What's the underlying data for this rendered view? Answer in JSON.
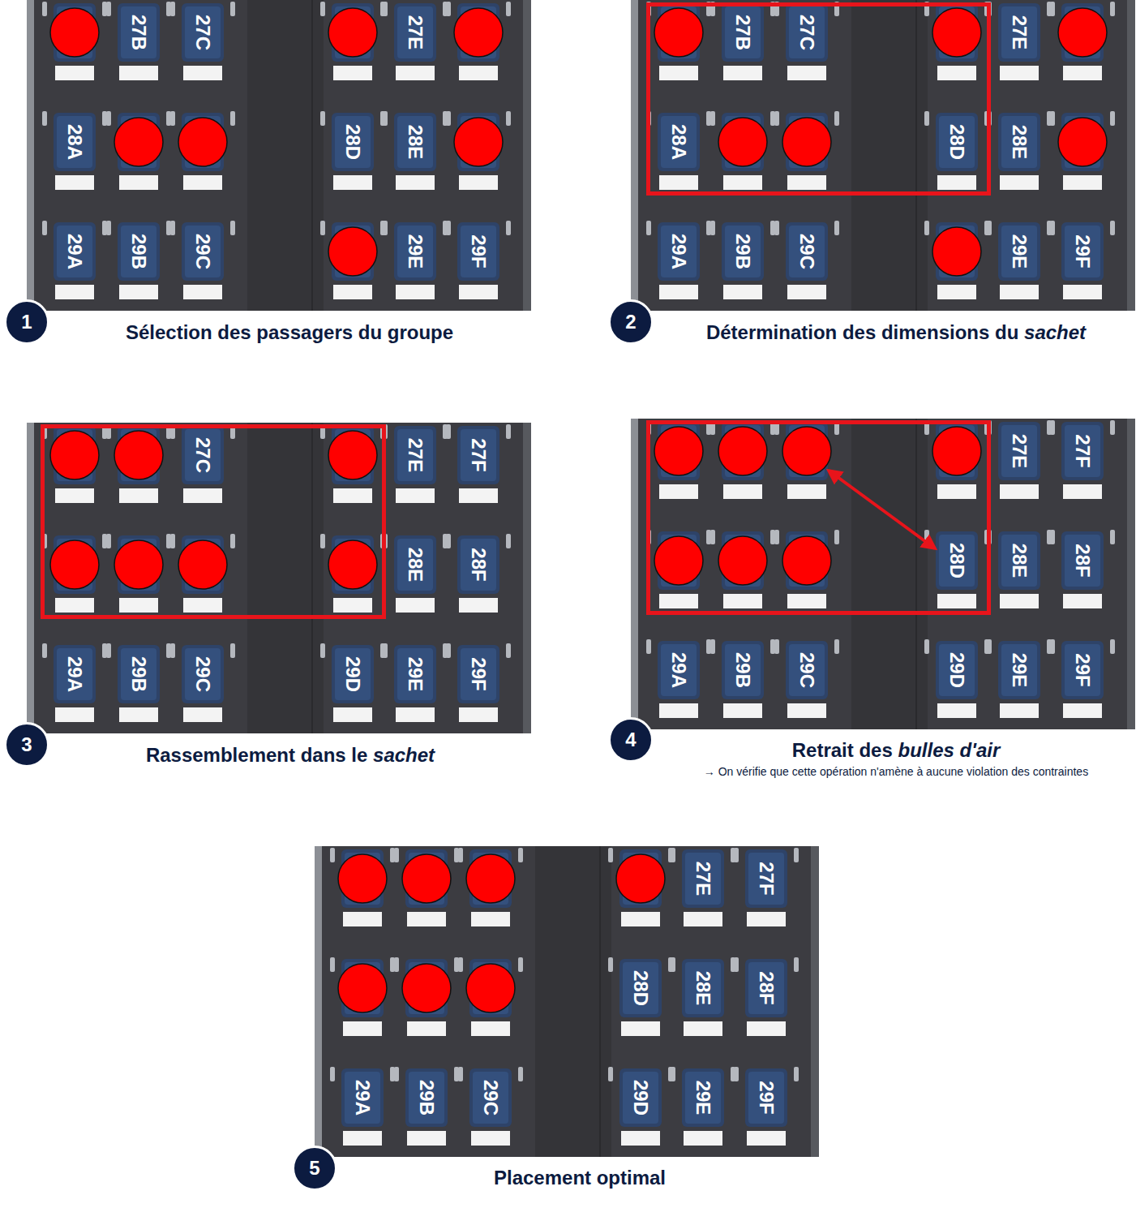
{
  "diagram": {
    "labels": [
      "27B",
      "27C",
      "27E",
      "28A",
      "28D",
      "28E",
      "29A",
      "29B",
      "29C",
      "29E",
      "29F",
      "1",
      "Sélection des passagers du groupe",
      "27B",
      "27C",
      "27E",
      "28A",
      "28D",
      "28E",
      "29A",
      "29B",
      "29C",
      "29E",
      "29F",
      "2",
      "Détermination des dimensions du",
      "sachet",
      "27C",
      "27E",
      "27F",
      "28E",
      "28F",
      "29A",
      "29B",
      "29C",
      "29D",
      "29E",
      "29F",
      "3",
      "Rassemblement dans le",
      "sachet",
      "27E",
      "27F",
      "28D",
      "28E",
      "28F",
      "29A",
      "29B",
      "29C",
      "29D",
      "29E",
      "29F",
      "4",
      "Retrait des",
      "bulles d'air",
      "→ On vérifie que cette opération n'amène à aucune violation des contraintes",
      "27E",
      "27F",
      "28D",
      "28E",
      "28F",
      "29A",
      "29B",
      "29C",
      "29D",
      "29E",
      "29F",
      "5",
      "Placement optimal"
    ]
  }
}
